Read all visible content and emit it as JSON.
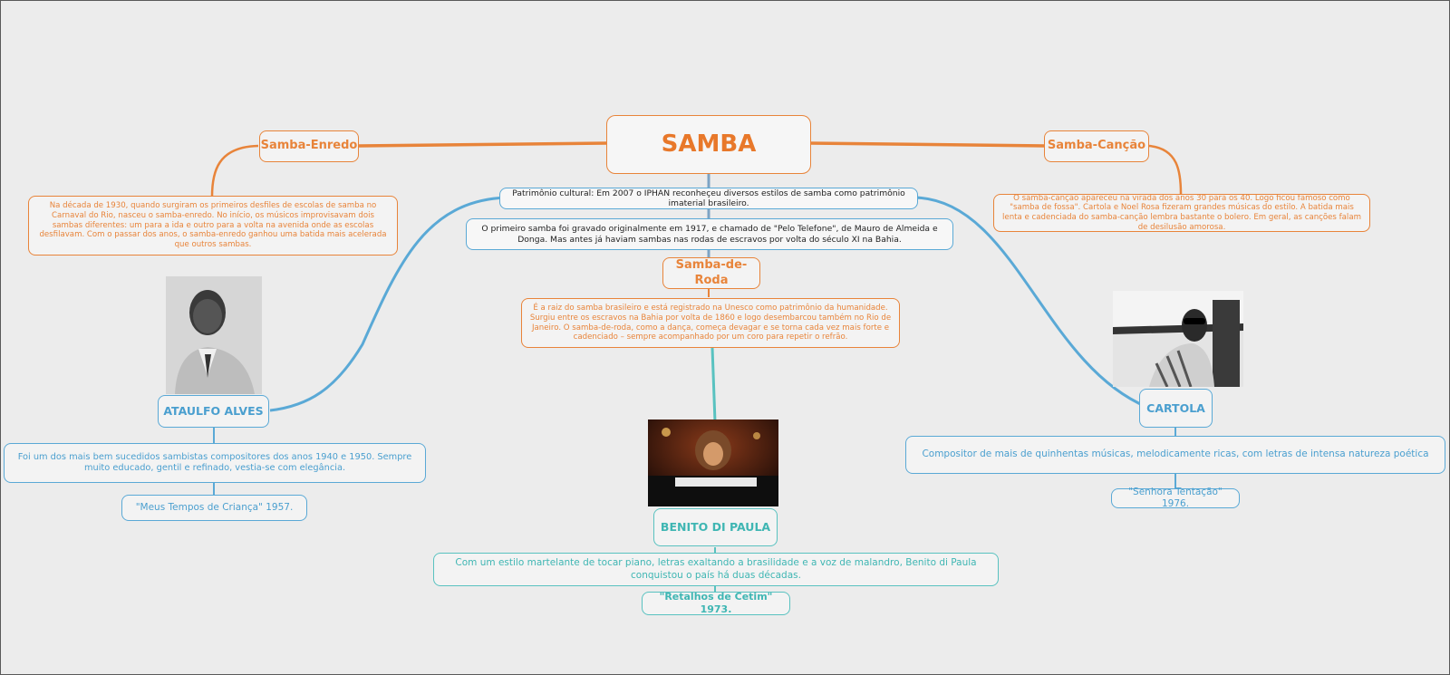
{
  "central": {
    "title": "SAMBA"
  },
  "orange": {
    "enredo": {
      "label": "Samba-Enredo",
      "text": "Na década de 1930, quando surgiram os primeiros desfiles de escolas de samba no Carnaval do Rio, nasceu o samba-enredo. No início, os músicos improvisavam dois sambas diferentes: um para a ida e outro para a volta na avenida onde as escolas desfilavam. Com o passar dos anos, o samba-enredo ganhou uma batida mais acelerada que outros sambas."
    },
    "cancao": {
      "label": "Samba-Canção",
      "text": "O samba-canção apareceu na virada dos anos 30 para os 40. Logo ficou famoso como \"samba de fossa\". Cartola e Noel Rosa fizeram grandes músicas do estilo. A batida mais lenta e cadenciada do samba-canção lembra bastante o bolero. Em geral, as canções falam de desilusão amorosa."
    },
    "roda": {
      "label": "Samba-de-Roda",
      "text": "É a raiz do samba brasileiro e está registrado na Unesco como patrimônio da humanidade. Surgiu entre os escravos na Bahia por volta de 1860 e logo desembarcou também no Rio de Janeiro. O samba-de-roda, como a dança, começa devagar e se torna cada vez mais forte e cadenciado – sempre acompanhado por um coro para repetir o refrão."
    }
  },
  "info": {
    "patrimonio": "Patrimônio cultural: Em 2007 o IPHAN reconheçeu diversos estilos de samba como patrimônio imaterial brasileiro.",
    "primeiro": "O primeiro samba foi gravado originalmente em 1917, e chamado de \"Pelo Telefone\", de Mauro de Almeida e Donga. Mas antes já haviam sambas nas rodas de escravos por volta do século XI na Bahia."
  },
  "artists": {
    "ataulfo": {
      "name": "ATAULFO ALVES",
      "desc": "Foi um dos mais bem sucedidos sambistas compositores dos anos 1940 e 1950. Sempre muito educado, gentil e refinado, vestia-se com elegância.",
      "song": "\"Meus Tempos de Criança\" 1957."
    },
    "benito": {
      "name": "BENITO DI PAULA",
      "desc": "Com um estilo martelante de tocar piano, letras exaltando a brasilidade e a voz de malandro, Benito di Paula conquistou o país há duas décadas.",
      "song": "\"Retalhos de Cetim\" 1973."
    },
    "cartola": {
      "name": "CARTOLA",
      "desc": "Compositor de mais de quinhentas músicas, melodicamente ricas, com letras de intensa natureza poética",
      "song": "\"Senhora Tentação\" 1976."
    }
  },
  "colors": {
    "orange": "#e8843a",
    "blue": "#5aa9d6",
    "teal": "#59c2c0",
    "background": "#ececec"
  }
}
